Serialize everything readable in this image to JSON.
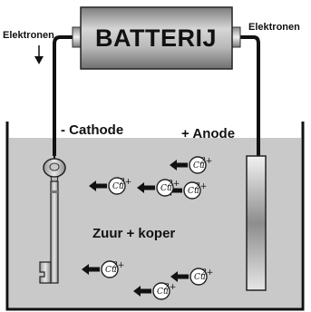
{
  "battery": {
    "label": "BATTERIJ"
  },
  "electrons": {
    "left_label": "Elektronen",
    "right_label": "Elektronen"
  },
  "electrodes": {
    "cathode_label": "- Cathode",
    "anode_label": "+ Anode"
  },
  "solution": {
    "label": "Zuur + koper"
  },
  "ions": {
    "symbol": "Cu",
    "charge": "2+",
    "count": 7
  },
  "colors": {
    "solution": "#c8c8c8",
    "battery_body": "#9b9b9b",
    "wire": "#111111",
    "arrow": "#111111"
  }
}
